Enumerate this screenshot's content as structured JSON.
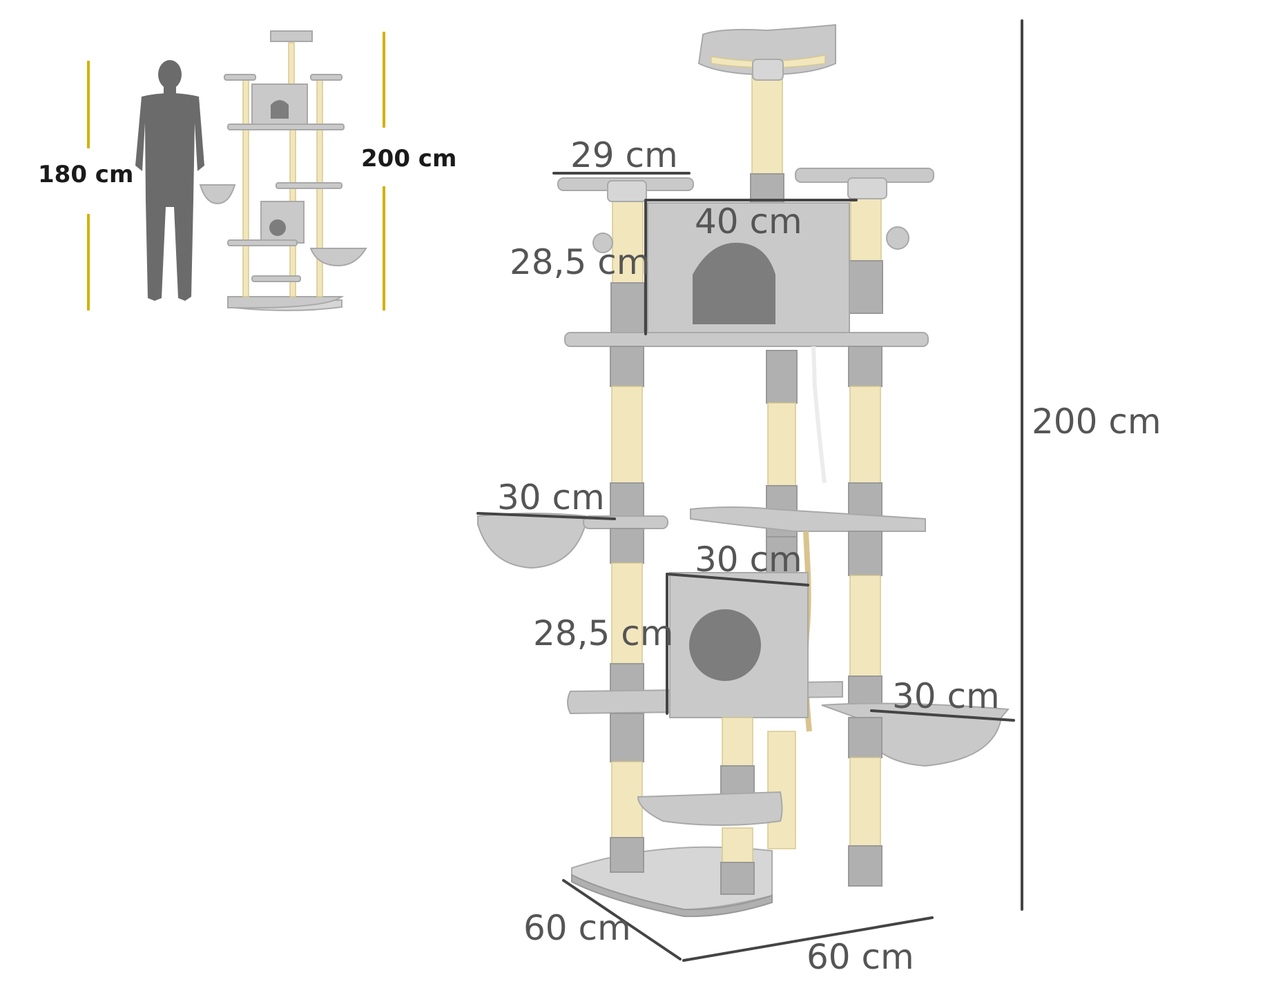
{
  "thumbnail": {
    "person_height_label": "180 cm",
    "tree_height_label": "200 cm"
  },
  "dimensions": {
    "top_platform_width": "29 cm",
    "upper_house_width": "40 cm",
    "upper_house_height": "28,5 cm",
    "upper_hammock_width": "30 cm",
    "lower_house_width": "30 cm",
    "lower_house_height": "28,5 cm",
    "lower_hammock_width": "30 cm",
    "total_height": "200 cm",
    "base_depth": "60 cm",
    "base_width": "60 cm"
  },
  "colors": {
    "plush": "#c9c9c9",
    "sisal": "#f2e6bd",
    "dimension_lines": "#444444",
    "accent_gold": "#d4b106"
  }
}
